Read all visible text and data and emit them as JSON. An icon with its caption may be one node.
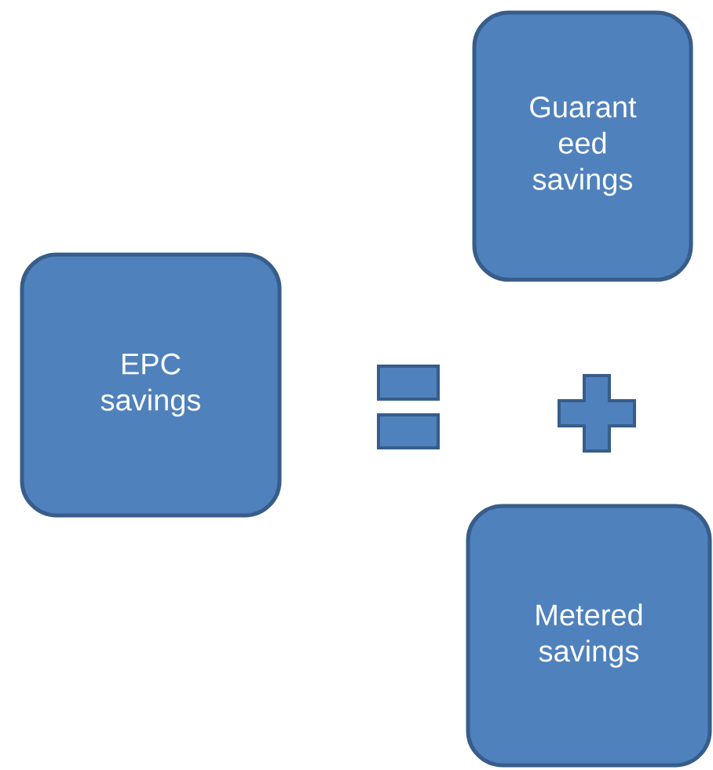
{
  "diagram": {
    "nodes": [
      {
        "text": [
          "EPC savings"
        ]
      },
      {
        "text": [
          "Guarant eed savings"
        ]
      },
      {
        "text": [
          "Metered savings"
        ]
      }
    ]
  }
}
